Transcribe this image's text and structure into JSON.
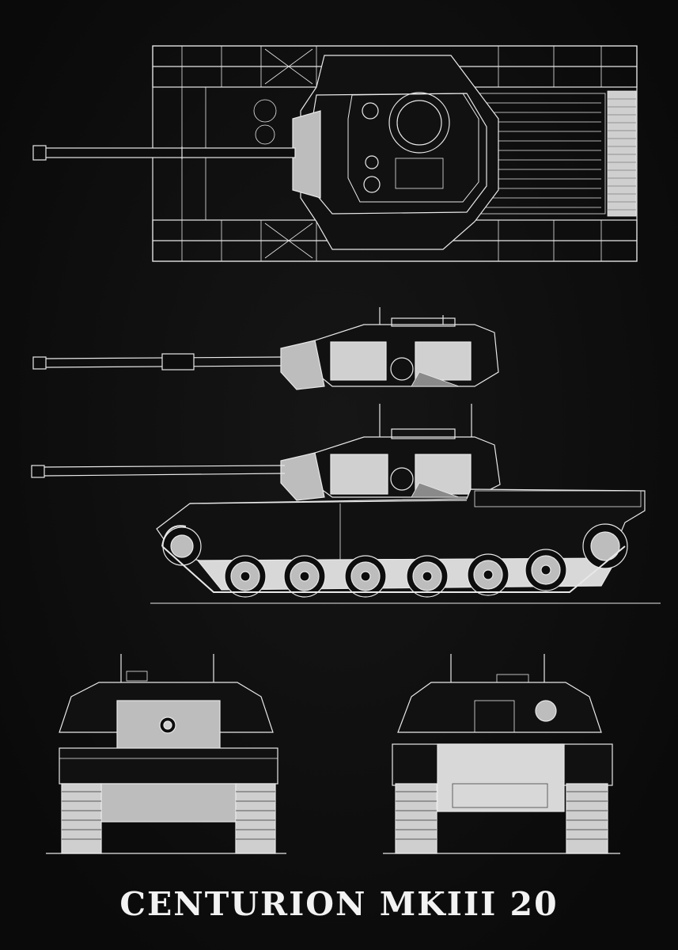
{
  "poster": {
    "title": "CENTURION MKIII 20"
  },
  "colors": {
    "background": "#0d0d0d",
    "line": "#e8e8e8",
    "fill_light": "#bdbdbd",
    "fill_mid": "#8a8a8a"
  },
  "views": [
    {
      "name": "top-view"
    },
    {
      "name": "turret-side-view"
    },
    {
      "name": "side-view"
    },
    {
      "name": "front-view"
    },
    {
      "name": "rear-view"
    }
  ]
}
